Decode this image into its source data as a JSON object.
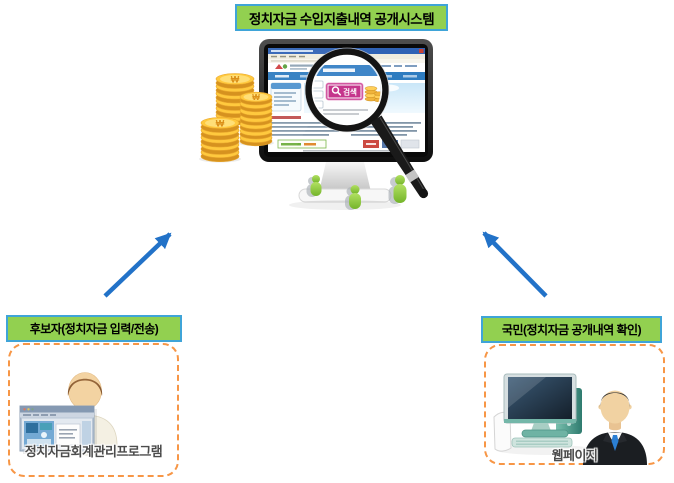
{
  "title": {
    "label": "정치자금 수입지출내역 공개시스템"
  },
  "center_illustration": {
    "search_button_label": "검색",
    "coin_symbol": "₩"
  },
  "left_group": {
    "header_label": "후보자(정치자금 입력/전송)",
    "caption": "정치자금회계관리프로그램"
  },
  "right_group": {
    "header_label": "국민(정치자금 공개내역 확인)",
    "caption": "웹페이지"
  },
  "colors": {
    "label_box_fill": "#92D050",
    "label_box_border": "#3FA4D8",
    "arrow_blue": "#2272C8",
    "dashed_outline_orange": "#F79646",
    "coin_gold": "#FFC93E",
    "search_button_pink": "#C5358C",
    "figure_green": "#8DC63F"
  },
  "icons": {
    "magnifier": "magnifier-icon",
    "coin_stacks": "coin-stack-icon",
    "system_monitor": "monitor-icon",
    "green_people": "people-icon",
    "candidate_person": "person-icon",
    "accounting_app_window": "app-window-icon",
    "desktop_computer": "desktop-computer-icon",
    "citizen_businessman": "businessman-icon",
    "web_paper": "paper-icon"
  }
}
